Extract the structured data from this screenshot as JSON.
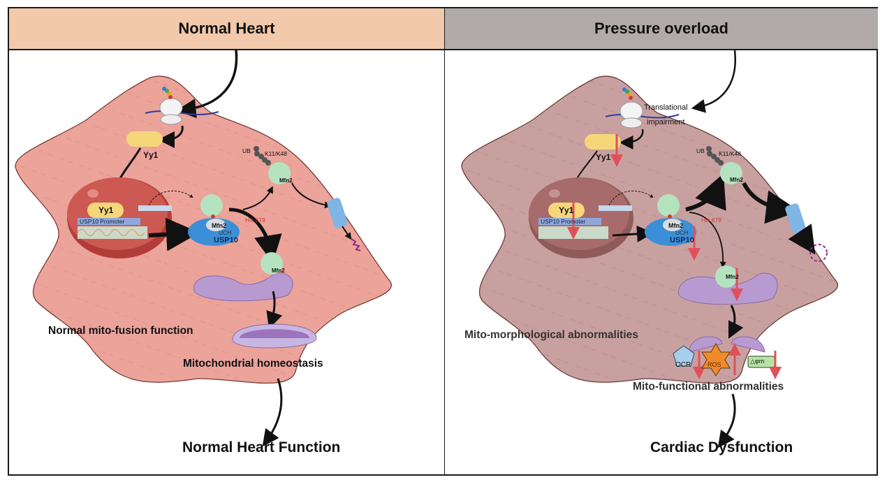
{
  "panels": {
    "normal": {
      "title": "Normal Heart",
      "header_color": "#f2c9aa",
      "cell_color": "#eba39a",
      "ribosome": {
        "modifications": [
          "methyl marks"
        ]
      },
      "labels": {
        "yy1_cytoplasm": "Yy1",
        "yy1_nucleus": "Yy1",
        "promoter": "USP10 Promoter",
        "mfn2_complex": "Mfn2",
        "uch": "UCH",
        "usp10": "USP10",
        "his": "His 679",
        "ub": "UB",
        "linkage": "K11/K48",
        "mfn2_ub": "Mfn2",
        "mfn2_mito": "Mfn2",
        "fusion": "Normal mito-fusion function",
        "homeostasis": "Mitochondrial homeostasis",
        "outcome": "Normal Heart Function"
      }
    },
    "pressure": {
      "title": "Pressure overload",
      "header_color": "#b0abaa",
      "cell_color": "#c9a0a0",
      "labels": {
        "translational": "Translational",
        "impairment": "impairment",
        "yy1_cytoplasm": "Yy1",
        "yy1_nucleus": "Yy1",
        "promoter": "USP10 Promoter",
        "mfn2_complex": "Mfn2",
        "uch": "UCH",
        "usp10": "USP10",
        "his": "His 679",
        "ub": "UB",
        "linkage": "K11/K48",
        "mfn2_ub": "Mfn2",
        "mfn2_mito": "Mfn2",
        "morph": "Mito-morphological abnormalities",
        "ocr": "OCR",
        "ros": "ROS",
        "dpsi": "△φm",
        "functional": "Mito-functional abnormalities",
        "outcome": "Cardiac Dysfunction"
      },
      "changes": {
        "yy1": "down",
        "usp10_promoter": "down",
        "usp10": "down",
        "mfn2": "down",
        "ocr": "down",
        "ros": "up",
        "dpsi": "down"
      }
    }
  },
  "colors": {
    "mfn2": "#b5e3c0",
    "yy1": "#f5d77a",
    "usp10": "#3b8fd6",
    "mito": "#a783c2",
    "down_arrow": "#e0505a",
    "his_text": "#d43a2a"
  }
}
